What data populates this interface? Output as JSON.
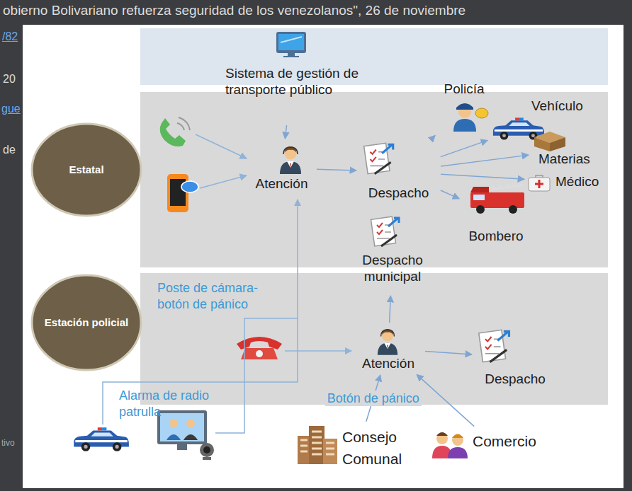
{
  "diagram": {
    "nodes": [
      {
        "text": [
          "Sistema de gestión de transporte público"
        ]
      },
      {
        "text": [
          "Estatal"
        ]
      },
      {
        "text": [
          "Atención"
        ]
      },
      {
        "text": [
          "Despacho"
        ]
      },
      {
        "text": [
          "Policía"
        ]
      },
      {
        "text": [
          "Vehículo"
        ]
      },
      {
        "text": [
          "Materias"
        ]
      },
      {
        "text": [
          "Médico"
        ]
      },
      {
        "text": [
          "Bombero"
        ]
      },
      {
        "text": [
          "Despacho municipal"
        ]
      },
      {
        "text": [
          "Estación policial"
        ]
      },
      {
        "text": [
          "Atención"
        ]
      },
      {
        "text": [
          "Despacho"
        ]
      },
      {
        "text": [
          "Consejo Comunal"
        ]
      },
      {
        "text": [
          "Comercio"
        ]
      }
    ],
    "edges": [
      {
        "from": 0,
        "to": 2,
        "arrow": "to"
      },
      {
        "from": 2,
        "to": 3,
        "arrow": "to"
      },
      {
        "from": 3,
        "to": 4,
        "arrow": "to"
      },
      {
        "from": 3,
        "to": 5,
        "arrow": "to"
      },
      {
        "from": 3,
        "to": 6,
        "arrow": "to"
      },
      {
        "from": 3,
        "to": 7,
        "arrow": "to"
      },
      {
        "from": 3,
        "to": 8,
        "arrow": "to"
      },
      {
        "from": 11,
        "to": 9,
        "arrow": "to"
      },
      {
        "from": 11,
        "to": 12,
        "arrow": "to"
      },
      {
        "from": 13,
        "to": 11,
        "label": "Botón de pánico",
        "arrow": "to"
      },
      {
        "from": 14,
        "to": 11,
        "arrow": "to"
      }
    ],
    "labels": [
      "obierno Bolivariano refuerza seguridad de los venezolanos\", 26 de noviembre",
      "/82",
      "20",
      "gue",
      "de",
      "tivo",
      "Poste de cámara-botón de pánico",
      "Alarma de radio patrulla"
    ]
  }
}
